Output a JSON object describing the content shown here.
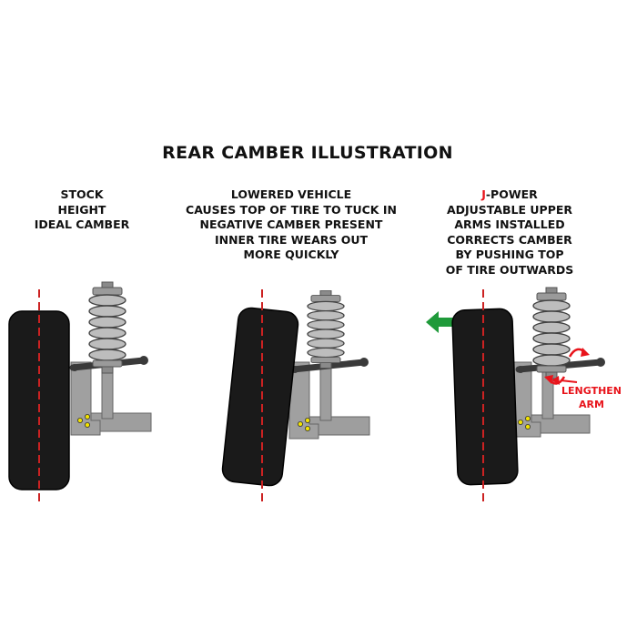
{
  "title": "REAR CAMBER ILLUSTRATION",
  "panels": [
    {
      "caption_lines": [
        "STOCK",
        "HEIGHT",
        "IDEAL CAMBER"
      ]
    },
    {
      "caption_lines": [
        "LOWERED VEHICLE",
        "CAUSES TOP OF TIRE TO TUCK IN",
        "NEGATIVE CAMBER PRESENT",
        "INNER TIRE WEARS OUT",
        "MORE QUICKLY"
      ]
    },
    {
      "brand_letter": "J",
      "brand_rest": "-POWER",
      "caption_lines": [
        "ADJUSTABLE UPPER",
        "ARMS INSTALLED",
        "CORRECTS CAMBER",
        "BY PUSHING TOP",
        "OF TIRE OUTWARDS"
      ],
      "annotation": [
        "LENGTHEN",
        "ARM"
      ]
    }
  ],
  "colors": {
    "tire": "#1a1a1a",
    "centerline": "#cc2222",
    "suspension": "#9a9a9a",
    "accent_red": "#e8141b",
    "arrow_green": "#1f9a3a",
    "bolt": "#f2e200"
  }
}
